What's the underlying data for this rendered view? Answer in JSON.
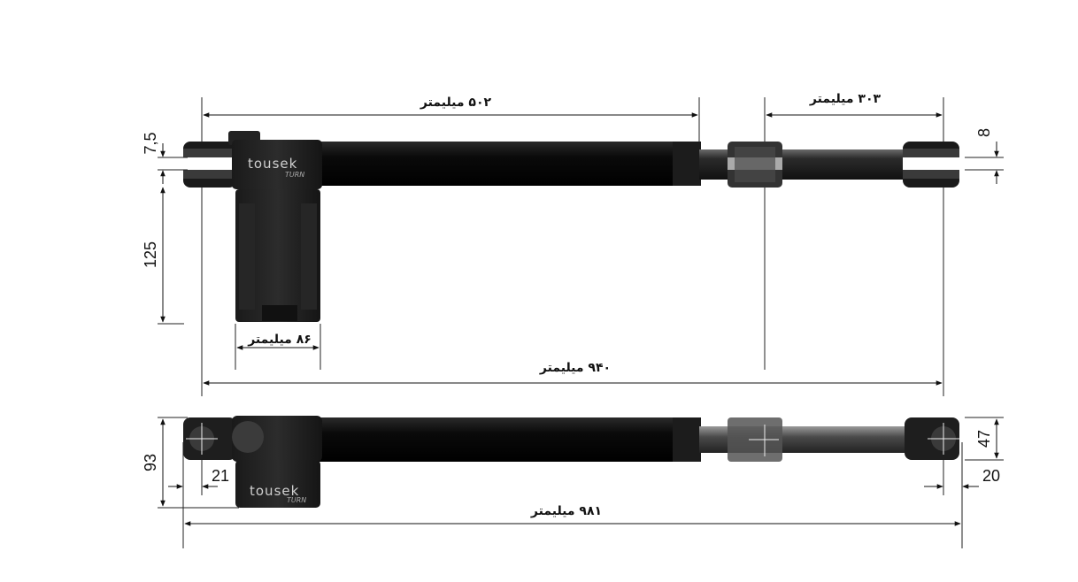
{
  "dimensions": {
    "top_main_length": "۵۰۲ میلیمتر",
    "top_stroke_length": "۳۰۳ میلیمتر",
    "motor_width": "۸۶ میلیمتر",
    "top_total_length": "۹۴۰ میلیمتر",
    "bottom_total_length": "۹۸۱ میلیمتر",
    "left_gap": "7,5",
    "motor_height": "125",
    "right_gap": "8",
    "bottom_height": "93",
    "bottom_left_offset": "21",
    "bottom_right_height": "47",
    "bottom_right_offset": "20"
  },
  "brand": {
    "name": "tousek",
    "model": "TURN"
  }
}
